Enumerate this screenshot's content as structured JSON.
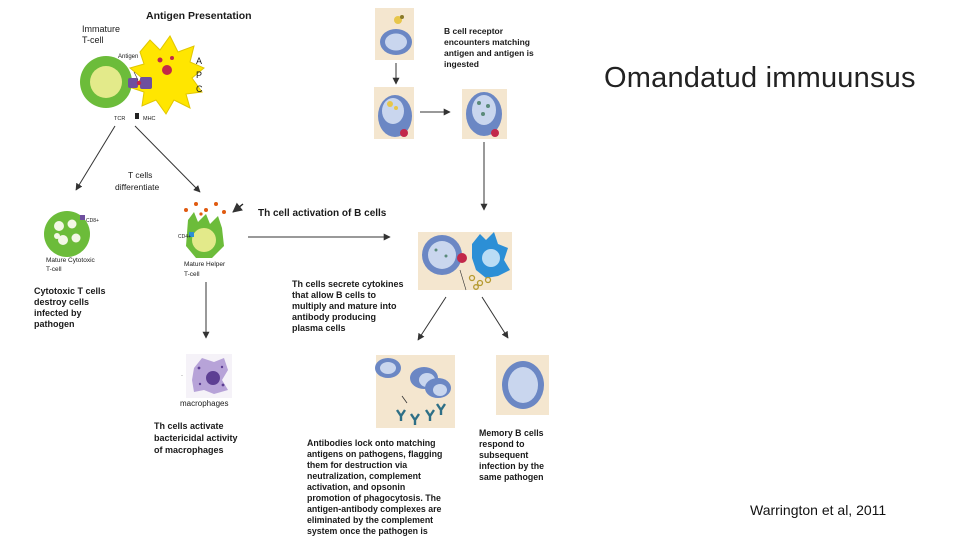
{
  "slide": {
    "title": "Omandatud immuunsus",
    "citation": "Warrington et al, 2011"
  },
  "figure": {
    "antigen_presentation": {
      "heading": "Antigen Presentation",
      "immature_t_cell": [
        "Immature",
        "T-cell"
      ],
      "antigen": "Antigen",
      "apc": [
        "A",
        "P",
        "C"
      ],
      "tcr": "TCR",
      "mhc": "MHC"
    },
    "differentiate": [
      "T cells",
      "differentiate"
    ],
    "cytotoxic": {
      "marker": "CD8+",
      "name": [
        "Mature Cytotoxic",
        "T-cell"
      ],
      "caption": [
        "Cytotoxic T cells",
        "destroy cells",
        "infected by",
        "pathogen"
      ]
    },
    "helper": {
      "marker": "CD4+",
      "name": [
        "Mature Helper",
        "T-cell"
      ]
    },
    "th_activation": "Th cell activation of B cells",
    "macrophages": {
      "label": "macrophages",
      "caption": [
        "Th cells activate",
        "bactericidal activity",
        "of macrophages"
      ]
    },
    "b_cell_receptor": [
      "B cell receptor",
      "encounters matching",
      "antigen and antigen is",
      "ingested"
    ],
    "cytokines": [
      "Th cells secrete cytokines",
      "that allow B cells to",
      "multiply and mature into",
      "antibody producing",
      "plasma cells"
    ],
    "antibodies": [
      "Antibodies lock onto matching",
      "antigens on pathogens, flagging",
      "them for destruction via",
      "neutralization, complement",
      "activation, and opsonin",
      "promotion of phagocytosis. The",
      "antigen-antibody complexes are",
      "eliminated by the complement",
      "system once the pathogen is"
    ],
    "memory_b": [
      "Memory B cells",
      "respond to",
      "subsequent",
      "infection by the",
      "same pathogen"
    ]
  },
  "colors": {
    "panel": "#f4e6cf",
    "b_cell_ring": "#6b87c4",
    "b_cell_fill": "#c9d6ee",
    "t_cell_green": "#6cbc3a",
    "t_cell_inner": "#e3ea8a",
    "apc_yellow": "#ffe600",
    "th_blue": "#2c8fd6",
    "antigen_red": "#c2284a",
    "mhc_purple": "#6e4f9e",
    "macrophage_violet": "#b7a3d8",
    "antibody_teal": "#2e6f86"
  }
}
